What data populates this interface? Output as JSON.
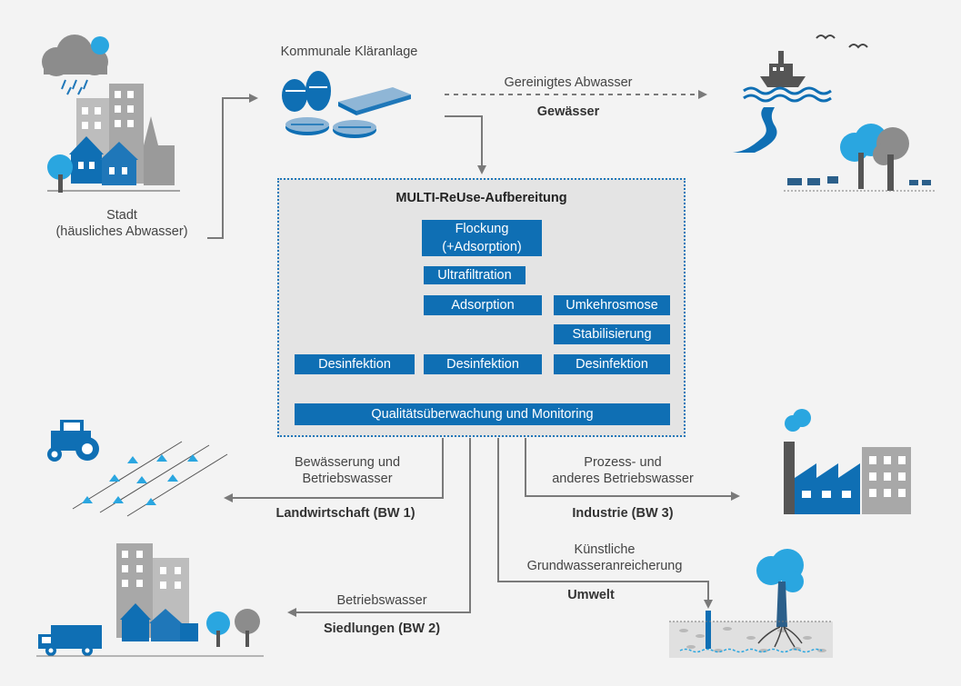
{
  "colors": {
    "primary_blue": "#0f6fb4",
    "light_blue": "#2aa6e0",
    "gray": "#9a9a9a",
    "arrow_gray": "#7a7a7a",
    "panel_bg": "#e4e4e4"
  },
  "sources": {
    "city_label_line1": "Stadt",
    "city_label_line2": "(häusliches Abwasser)",
    "plant_label": "Kommunale Kläranlage"
  },
  "outflow": {
    "treated_label": "Gereinigtes Abwasser",
    "water_body_label": "Gewässer"
  },
  "treatment": {
    "title": "MULTI-ReUse-Aufbereitung",
    "flocculation_line1": "Flockung",
    "flocculation_line2": "(+Adsorption)",
    "ultrafiltration": "Ultrafiltration",
    "adsorption": "Adsorption",
    "reverse_osmosis": "Umkehrosmose",
    "stabilization": "Stabilisierung",
    "disinfection_left": "Desinfektion",
    "disinfection_middle": "Desinfektion",
    "disinfection_right": "Desinfektion",
    "monitoring": "Qualitätsüberwachung und Monitoring"
  },
  "uses": {
    "agriculture_desc_line1": "Bewässerung und",
    "agriculture_desc_line2": "Betriebswasser",
    "agriculture_title": "Landwirtschaft (BW 1)",
    "industry_desc_line1": "Prozess- und",
    "industry_desc_line2": "anderes Betriebswasser",
    "industry_title": "Industrie (BW 3)",
    "settlements_desc": "Betriebswasser",
    "settlements_title": "Siedlungen (BW 2)",
    "environment_desc_line1": "Künstliche",
    "environment_desc_line2": "Grundwasseranreicherung",
    "environment_title": "Umwelt"
  },
  "icons": [
    "city-icon",
    "rain-cloud-icon",
    "treatment-plant-icon",
    "ship-icon",
    "birds-icon",
    "river-icon",
    "trees-icon",
    "animals-icon",
    "tractor-icon",
    "crops-icon",
    "factory-icon",
    "settlement-icon",
    "truck-icon",
    "groundwater-icon"
  ]
}
